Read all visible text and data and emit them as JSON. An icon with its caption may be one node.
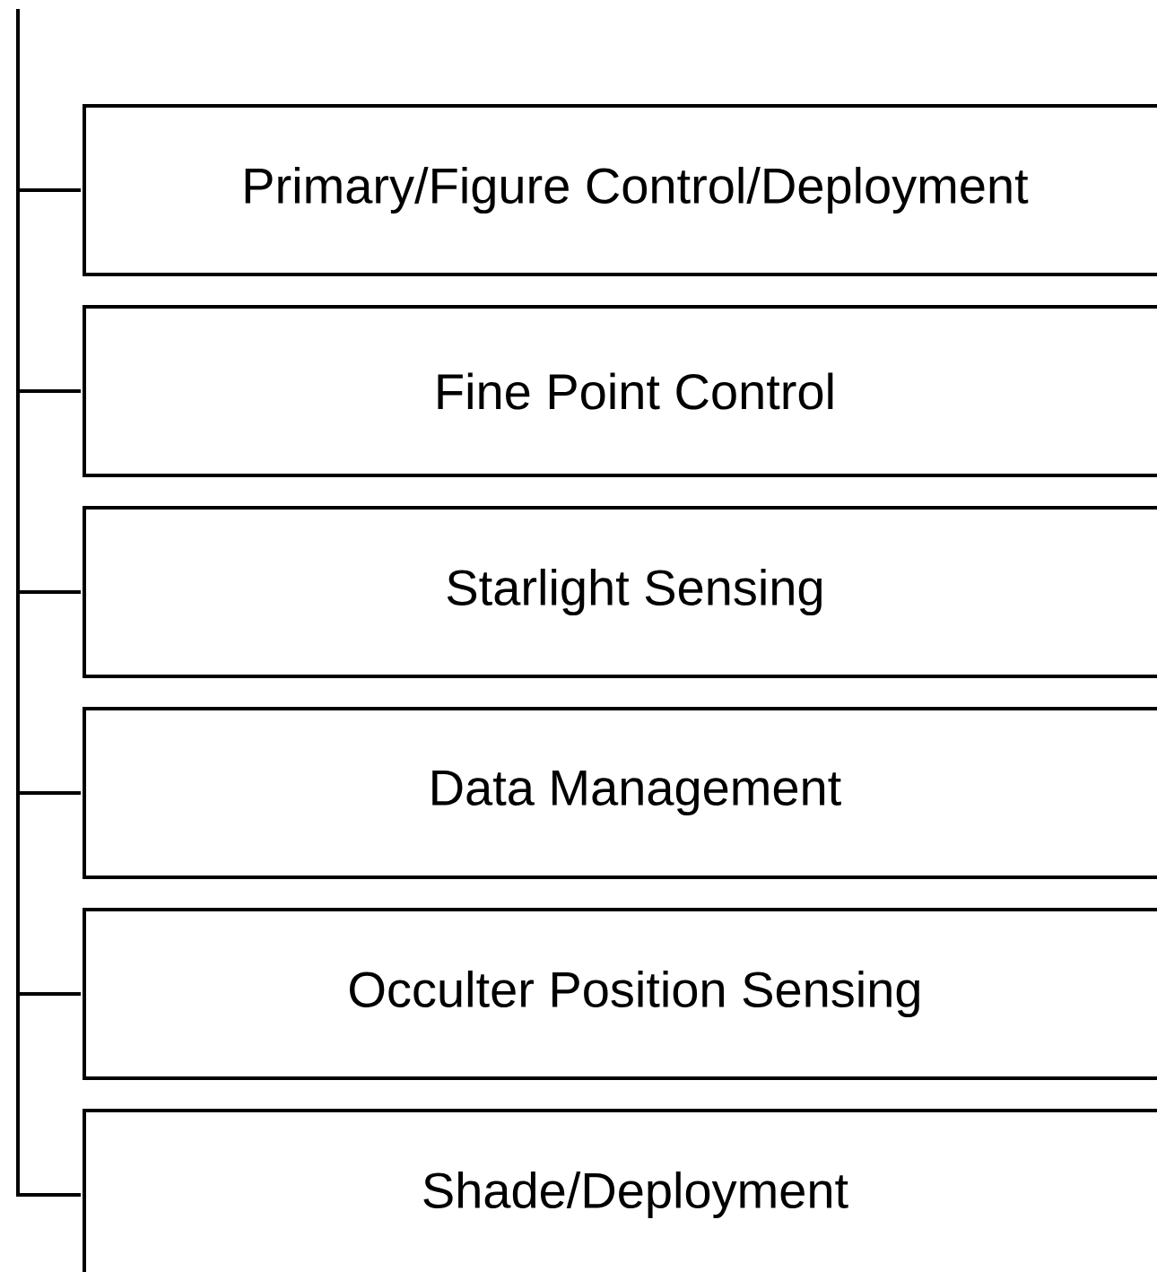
{
  "diagram": {
    "nodes": [
      {
        "text": [
          "Primary/Figure Control/Deployment"
        ]
      },
      {
        "text": [
          "Fine Point Control"
        ]
      },
      {
        "text": [
          "Starlight Sensing"
        ]
      },
      {
        "text": [
          "Data Management"
        ]
      },
      {
        "text": [
          "Occulter Position Sensing"
        ]
      },
      {
        "text": [
          "Shade/Deployment"
        ]
      }
    ],
    "edges": [
      {
        "from": null,
        "to": 0,
        "arrow": "none"
      },
      {
        "from": null,
        "to": 1,
        "arrow": "none"
      },
      {
        "from": null,
        "to": 2,
        "arrow": "none"
      },
      {
        "from": null,
        "to": 3,
        "arrow": "none"
      },
      {
        "from": null,
        "to": 4,
        "arrow": "none"
      },
      {
        "from": null,
        "to": 5,
        "arrow": "none"
      }
    ]
  }
}
